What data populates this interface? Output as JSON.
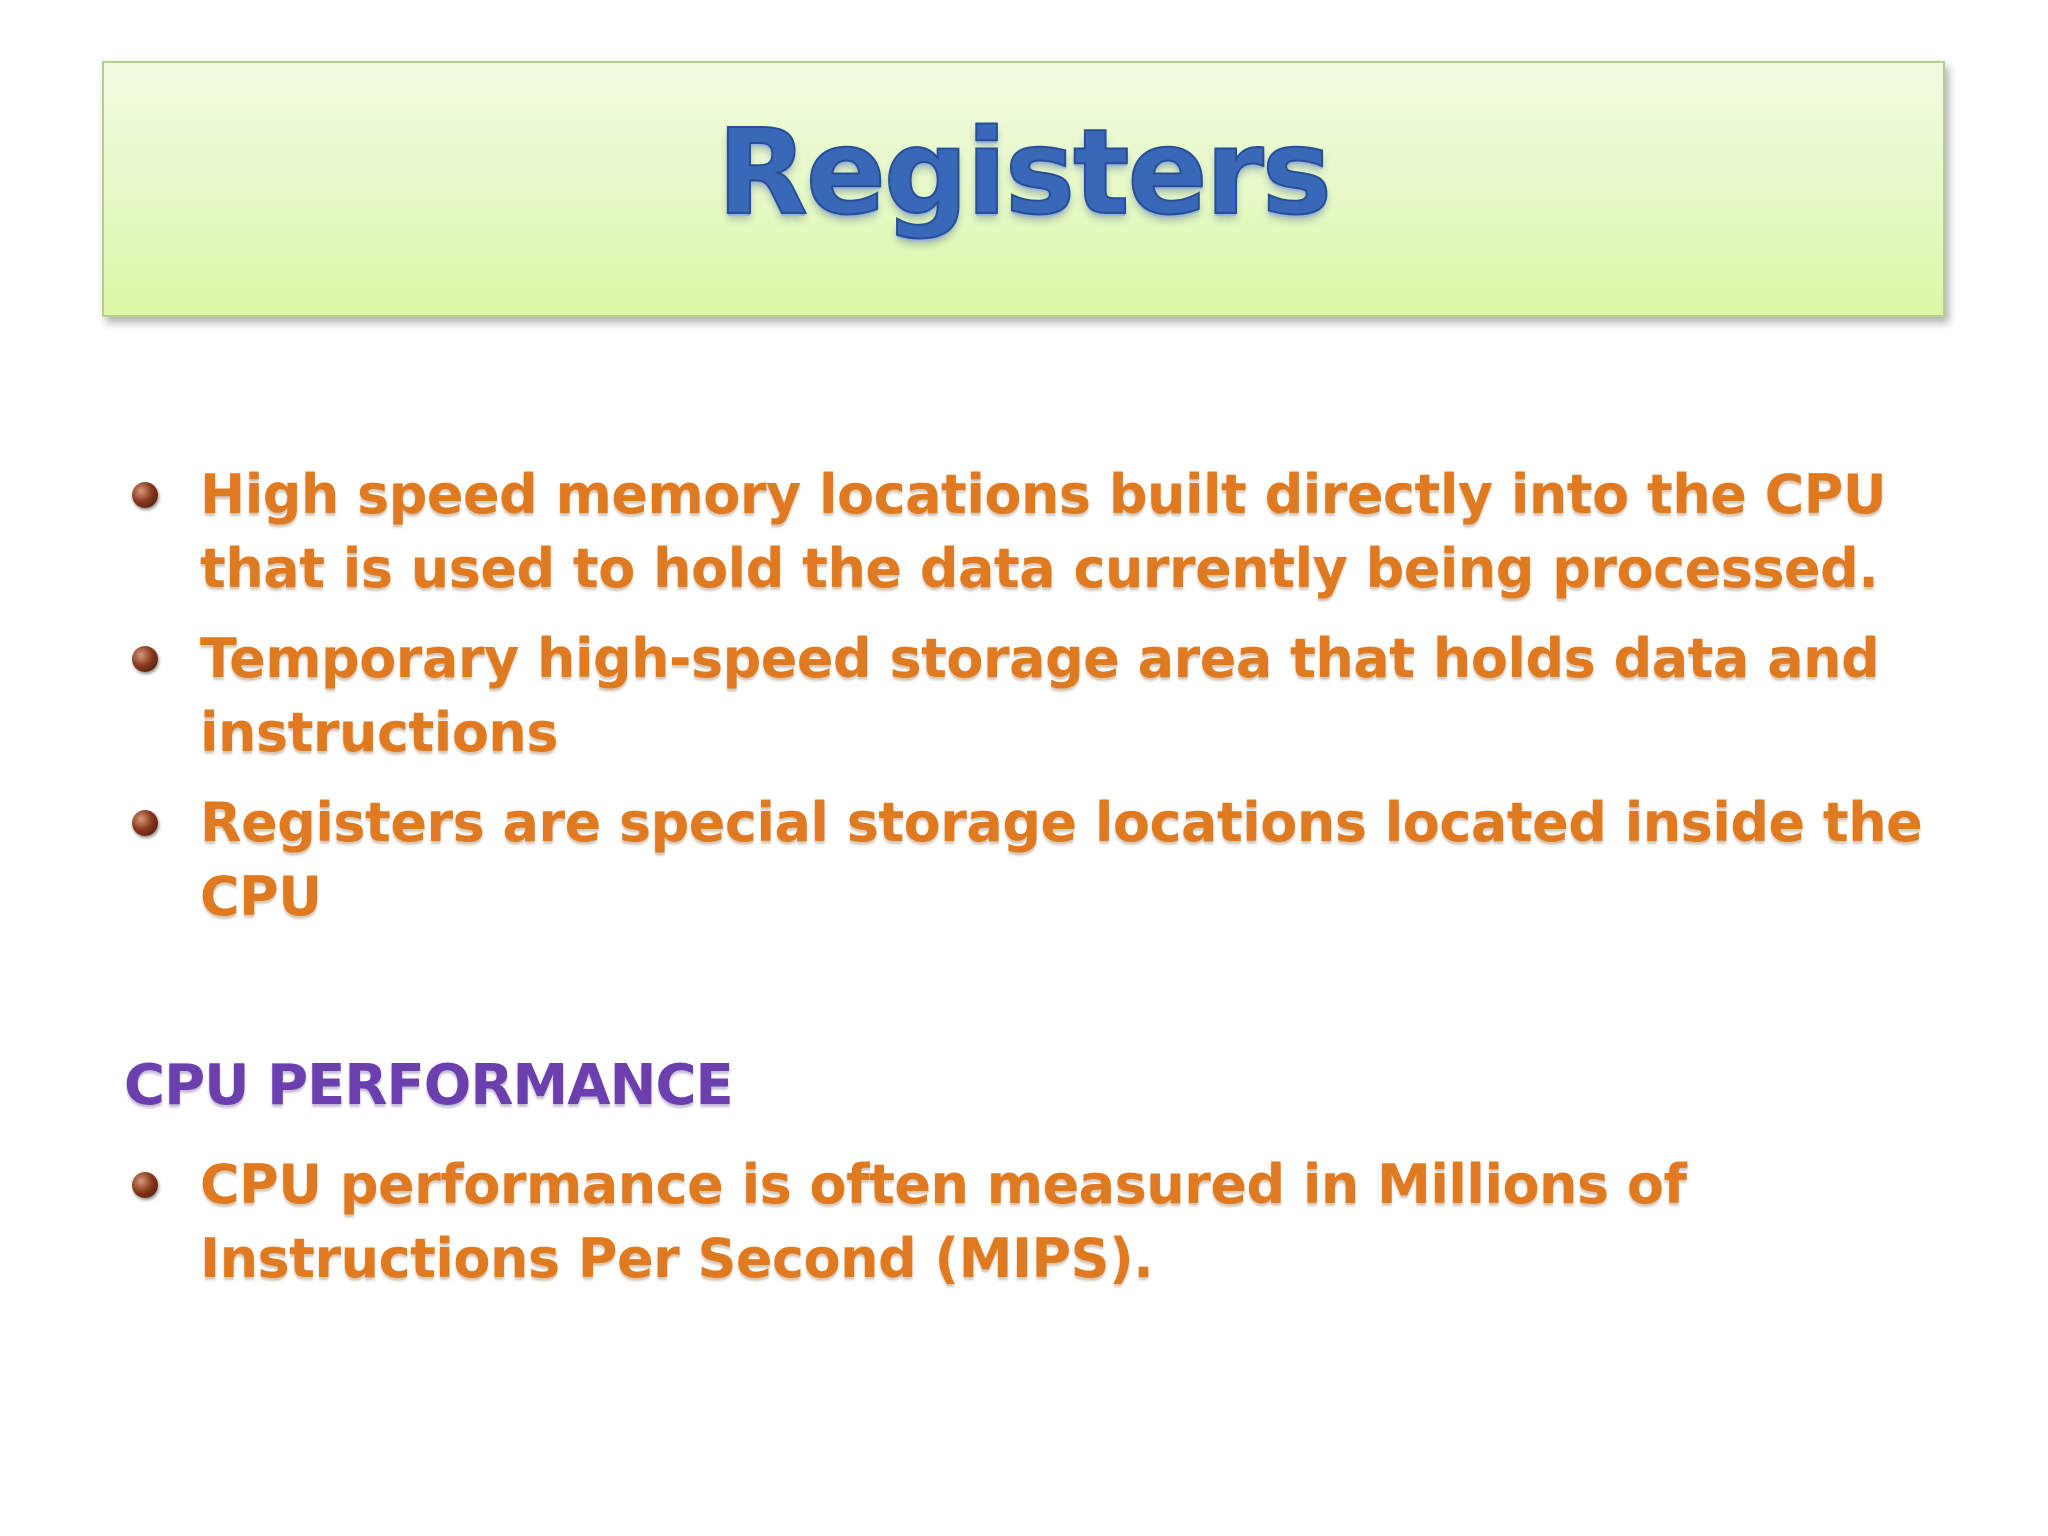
{
  "slide": {
    "title": "Registers",
    "bullets": [
      "High speed memory locations built directly into the CPU that is used to hold the data currently being processed.",
      "Temporary high-speed storage area that holds data and instructions",
      "Registers are special storage locations located inside the CPU"
    ],
    "section": {
      "heading": "CPU PERFORMANCE",
      "bullets": [
        "CPU performance is often measured in Millions of Instructions Per Second (MIPS)."
      ]
    }
  },
  "colors": {
    "title_text": "#3a68b8",
    "title_box_fill": "#e7f9c8",
    "bullet_text": "#e07a21",
    "section_heading": "#6b3fae",
    "bullet_marker": "#8a3a1e"
  },
  "icons": {
    "bullet_marker": "round-bullet-icon"
  }
}
